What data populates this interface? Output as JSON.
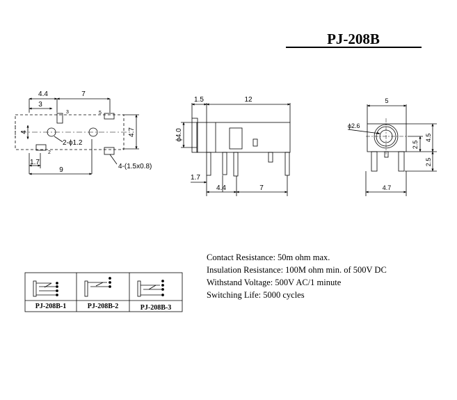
{
  "title": "PJ-208B",
  "specs": [
    "Contact Resistance:    50m ohm max.",
    "Insulation Resistance: 100M ohm min. of 500V DC",
    "Withstand Voltage: 500V AC/1 minute",
    "Switching Life: 5000 cycles"
  ],
  "variants": [
    "PJ-208B-1",
    "PJ-208B-2",
    "PJ-208B-3"
  ],
  "pcb_view": {
    "dims": {
      "d1": "4.4",
      "d2": "7",
      "d3": "3",
      "d4": "4",
      "d5": "4.7",
      "d6": "1.7",
      "d7": "9"
    },
    "pins": {
      "p3": "3",
      "p5": "5",
      "p2": "2"
    },
    "notes": {
      "holes": "2-ϕ1.2",
      "pads": "4-(1.5x0.8)"
    }
  },
  "side_view": {
    "dims": {
      "d1": "1.5",
      "d2": "12",
      "d3": "ϕ4.0",
      "d4": "1.7",
      "d5": "4.4",
      "d6": "7"
    }
  },
  "front_view": {
    "dims": {
      "d1": "5",
      "d2": "ϕ2.6",
      "d3": "4.5",
      "d4": "2.5",
      "d5": "2.5",
      "d6": "4.7"
    }
  }
}
